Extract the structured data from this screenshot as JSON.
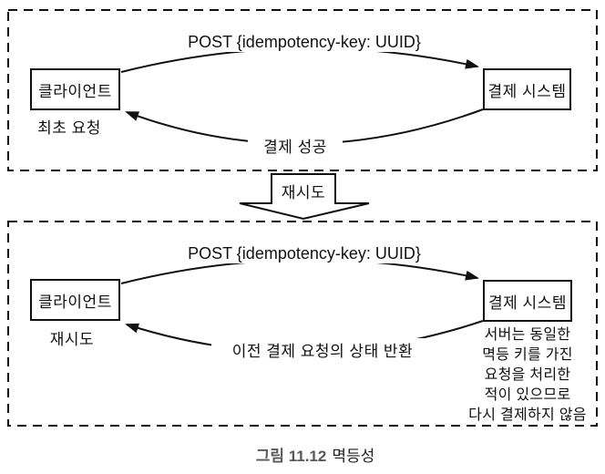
{
  "figure": {
    "caption_prefix": "그림 11.12",
    "caption_title": "멱등성"
  },
  "top_panel": {
    "request_label": "POST {idempotency-key: UUID}",
    "client_label": "클라이언트",
    "client_note": "최초 요청",
    "server_label": "결제 시스템",
    "response_label": "결제 성공"
  },
  "retry_connector": {
    "label": "재시도"
  },
  "bottom_panel": {
    "request_label": "POST {idempotency-key: UUID}",
    "client_label": "클라이언트",
    "client_note": "재시도",
    "server_label": "결제 시스템",
    "response_label": "이전 결제 요청의 상태 반환",
    "server_note_lines": [
      "서버는 동일한",
      "멱등 키를 가진",
      "요청을 처리한",
      "적이 있으므로",
      "다시 결제하지 않음"
    ]
  },
  "colors": {
    "line": "#111111",
    "background": "#ffffff",
    "caption_prefix": "#595959",
    "caption_title": "#1f1f1f"
  }
}
